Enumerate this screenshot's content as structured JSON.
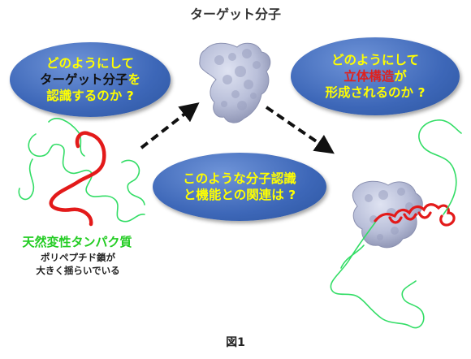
{
  "title": "ターゲット分子",
  "bubble_top_left": {
    "line1": "どのようにして",
    "line2": "ターゲット分子",
    "line2_suffix": "を",
    "line3": "認識するのか ?"
  },
  "bubble_top_right": {
    "line1": "どのようにして",
    "line2": "立体構造",
    "line2_suffix": "が",
    "line3": "形成されるのか ?"
  },
  "bubble_center": {
    "line1": "このような分子認識",
    "line2": "と機能との関連は ?"
  },
  "caption": {
    "title": "天然変性タンパク質",
    "line1": "ポリペプチド鎖が",
    "line2": "大きく揺らいでいる"
  },
  "figure_label": "図1",
  "colors": {
    "bubble": "#3d67b8",
    "bubble_text": "#ffff00",
    "chain_green": "#33dd66",
    "chain_red": "#e31a1a",
    "protein": "#b9bfd9",
    "arrow": "#111111"
  }
}
